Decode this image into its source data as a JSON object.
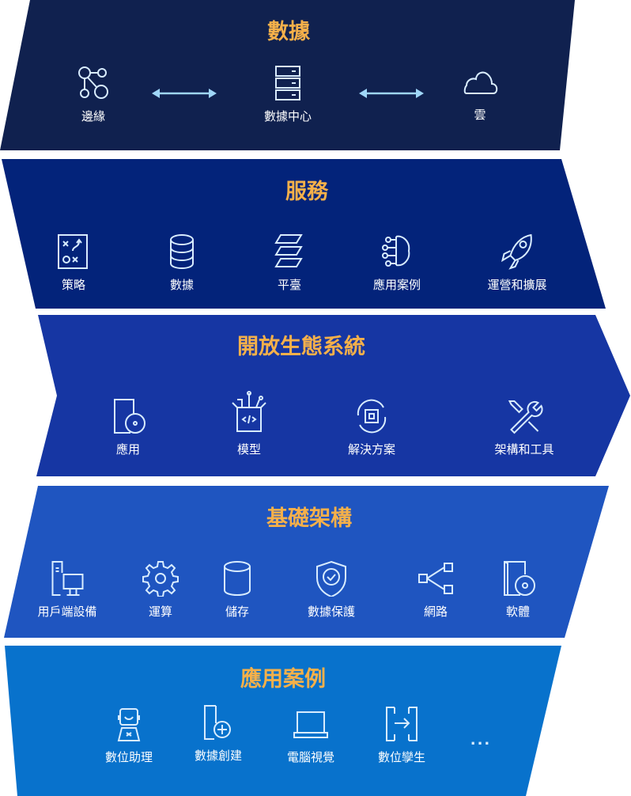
{
  "colors": {
    "band1": "#10214f",
    "band2": "#03237a",
    "band3": "#1636a3",
    "band4": "#1f55c0",
    "band5": "#0872cc",
    "title": "#f5b04a",
    "arrow": "#9fd6f8"
  },
  "bands": [
    {
      "title": "數據",
      "items": [
        {
          "label": "邊緣",
          "icon": "edge-nodes-icon"
        },
        {
          "label": "數據中心",
          "icon": "server-icon"
        },
        {
          "label": "雲",
          "icon": "cloud-icon"
        }
      ]
    },
    {
      "title": "服務",
      "items": [
        {
          "label": "策略",
          "icon": "strategy-board-icon"
        },
        {
          "label": "數據",
          "icon": "database-icon"
        },
        {
          "label": "平臺",
          "icon": "layers-icon"
        },
        {
          "label": "應用案例",
          "icon": "brain-circuit-icon"
        },
        {
          "label": "運營和擴展",
          "icon": "rocket-icon"
        }
      ]
    },
    {
      "title": "開放生態系統",
      "items": [
        {
          "label": "應用",
          "icon": "app-disc-icon"
        },
        {
          "label": "模型",
          "icon": "code-box-icon"
        },
        {
          "label": "解決方案",
          "icon": "chip-cycle-icon"
        },
        {
          "label": "架構和工具",
          "icon": "tools-icon"
        }
      ]
    },
    {
      "title": "基礎架構",
      "items": [
        {
          "label": "用戶端設備",
          "icon": "client-device-icon"
        },
        {
          "label": "運算",
          "icon": "gear-icon"
        },
        {
          "label": "儲存",
          "icon": "storage-cylinder-icon"
        },
        {
          "label": "數據保護",
          "icon": "shield-check-icon"
        },
        {
          "label": "網路",
          "icon": "network-icon"
        },
        {
          "label": "軟體",
          "icon": "software-disc-icon"
        }
      ]
    },
    {
      "title": "應用案例",
      "items": [
        {
          "label": "數位助理",
          "icon": "robot-icon"
        },
        {
          "label": "數據創建",
          "icon": "document-plus-icon"
        },
        {
          "label": "電腦視覺",
          "icon": "laptop-icon"
        },
        {
          "label": "數位孿生",
          "icon": "twin-arrow-icon"
        },
        {
          "label": "...",
          "icon": "more-icon"
        }
      ]
    }
  ]
}
